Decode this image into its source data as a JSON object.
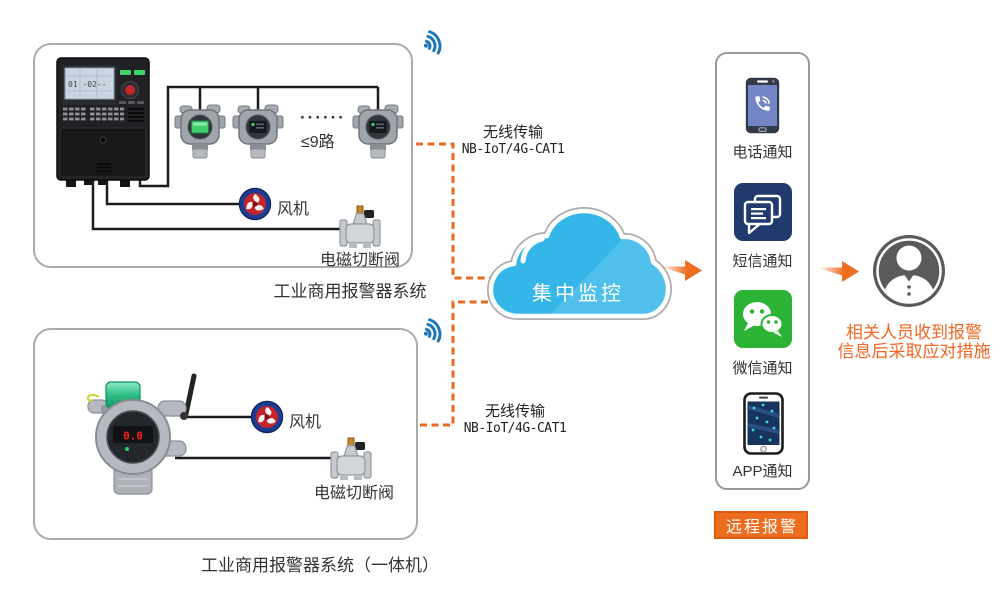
{
  "system_top": {
    "caption": "工业商用报警器系统",
    "controller_screen": "01 -02--",
    "channel_dots": "······",
    "channel_limit": "≤9路",
    "fan_label": "风机",
    "valve_label": "电磁切断阀"
  },
  "system_bottom": {
    "caption": "工业商用报警器系统（一体机）",
    "device_display": "0.0",
    "fan_label": "风机",
    "valve_label": "电磁切断阀"
  },
  "links": {
    "top": {
      "line1": "无线传输",
      "line2": "NB-IoT/4G-CAT1"
    },
    "bottom": {
      "line1": "无线传输",
      "line2": "NB-IoT/4G-CAT1"
    }
  },
  "cloud": {
    "label": "集中监控",
    "fill": "#35B6E8"
  },
  "notifications": {
    "items": [
      {
        "id": "phone",
        "icon": "phone-notify-icon",
        "label": "电话通知"
      },
      {
        "id": "sms",
        "icon": "sms-notify-icon",
        "label": "短信通知"
      },
      {
        "id": "wechat",
        "icon": "wechat-notify-icon",
        "label": "微信通知"
      },
      {
        "id": "app",
        "icon": "app-notify-icon",
        "label": "APP通知"
      }
    ],
    "badge": "远程报警"
  },
  "person": {
    "line1": "相关人员收到报警",
    "line2": "信息后采取应对措施"
  },
  "colors": {
    "accent_orange": "#ED6C1E",
    "text_orange": "#F26522",
    "cloud_blue": "#35B6E8",
    "wifi_blue": "#1C77BD",
    "wechat_green": "#2CB234",
    "sms_navy": "#203A6E",
    "wire_black": "#1B1B1D",
    "person_gray": "#595A5C"
  }
}
